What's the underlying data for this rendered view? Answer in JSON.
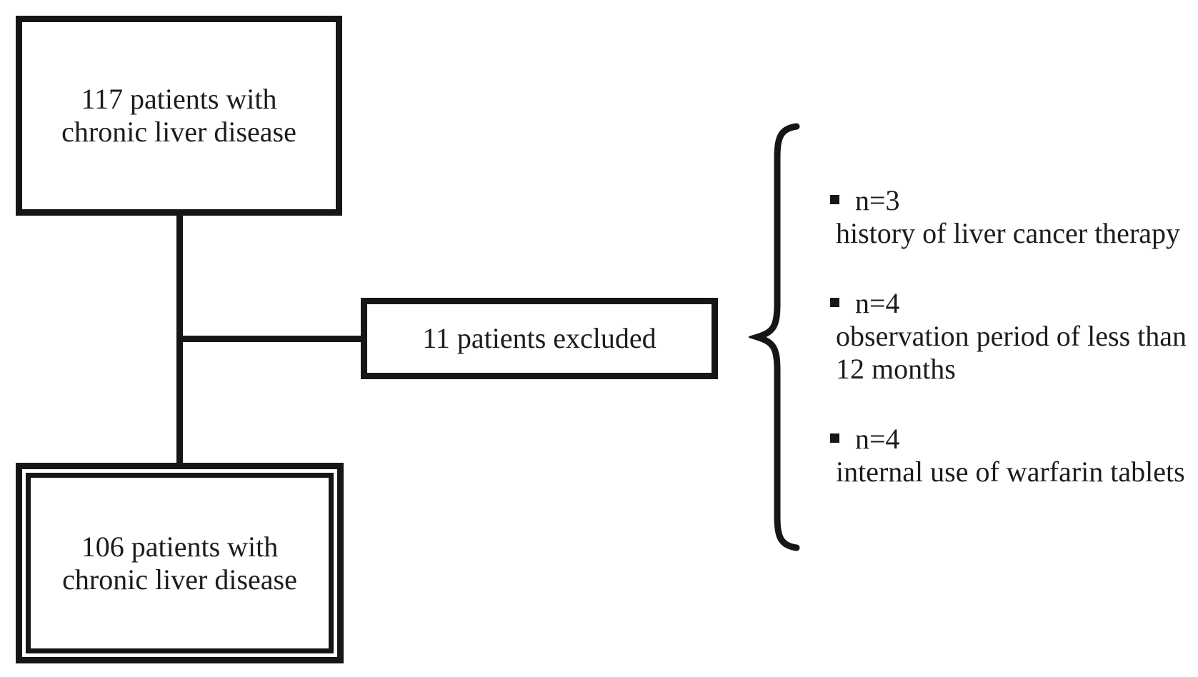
{
  "diagram": {
    "title_semantic": "patient flow diagram",
    "colors": {
      "line": "#161616",
      "text": "#1c1c1c",
      "background": "#ffffff"
    },
    "boxes": {
      "initial": {
        "line1": "117 patients with",
        "line2": "chronic liver disease"
      },
      "excluded": {
        "label": "11 patients excluded"
      },
      "final": {
        "line1": "106 patients with",
        "line2": "chronic liver disease"
      }
    },
    "exclusion_reasons": [
      {
        "count": "n=3",
        "description": "history of liver cancer therapy"
      },
      {
        "count": "n=4",
        "description": "observation period of less than 12 months"
      },
      {
        "count": "n=4",
        "description": "internal use of warfarin tablets"
      }
    ]
  }
}
